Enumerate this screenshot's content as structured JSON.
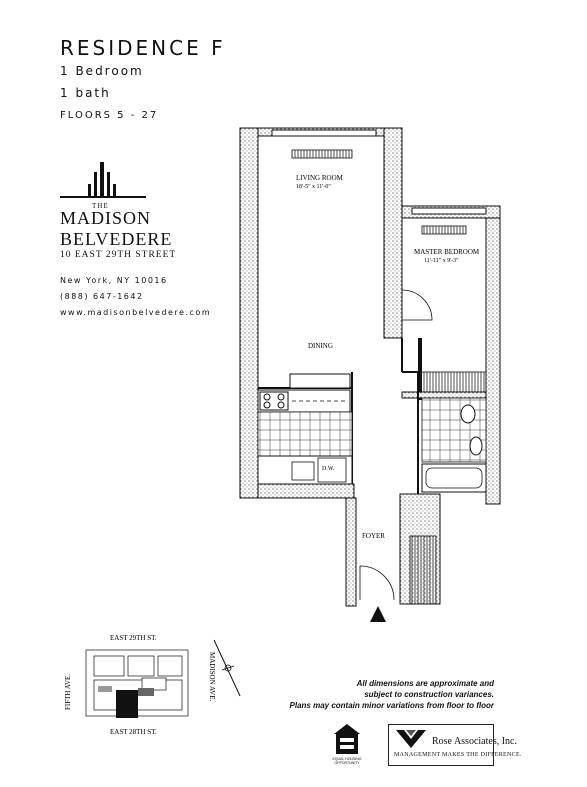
{
  "header": {
    "title": "RESIDENCE F",
    "bedrooms": "1 Bedroom",
    "baths": "1 bath",
    "floors": "FLOORS 5 - 27"
  },
  "logo": {
    "the": "THE",
    "line1": "MADISON",
    "line2": "BELVEDERE",
    "address": "10 EAST 29TH STREET"
  },
  "contact": {
    "city": "New York, NY 10016",
    "phone": "(888) 647-1642",
    "website": "www.madisonbelvedere.com"
  },
  "rooms": {
    "living_name": "LIVING ROOM",
    "living_dims": "18'-5\" x 11'-0\"",
    "bedroom_name": "MASTER BEDROOM",
    "bedroom_dims": "11'-11\" x 9'-3\"",
    "dining": "DINING",
    "foyer": "FOYER",
    "dishwasher": "D.W."
  },
  "keyplan": {
    "north_street": "EAST 29TH ST.",
    "south_street": "EAST 28TH ST.",
    "west_avenue": "FIFTH AVE.",
    "east_avenue": "MADISON AVE."
  },
  "disclaimer": {
    "line1": "All dimensions are approximate and",
    "line2": "subject to construction variances.",
    "line3": "Plans may contain minor variations from floor to floor"
  },
  "eho_caption": "EQUAL HOUSING OPPORTUNITY",
  "management": {
    "name": "Rose Associates, Inc.",
    "tagline": "MANAGEMENT MAKES THE DIFFERENCE."
  }
}
